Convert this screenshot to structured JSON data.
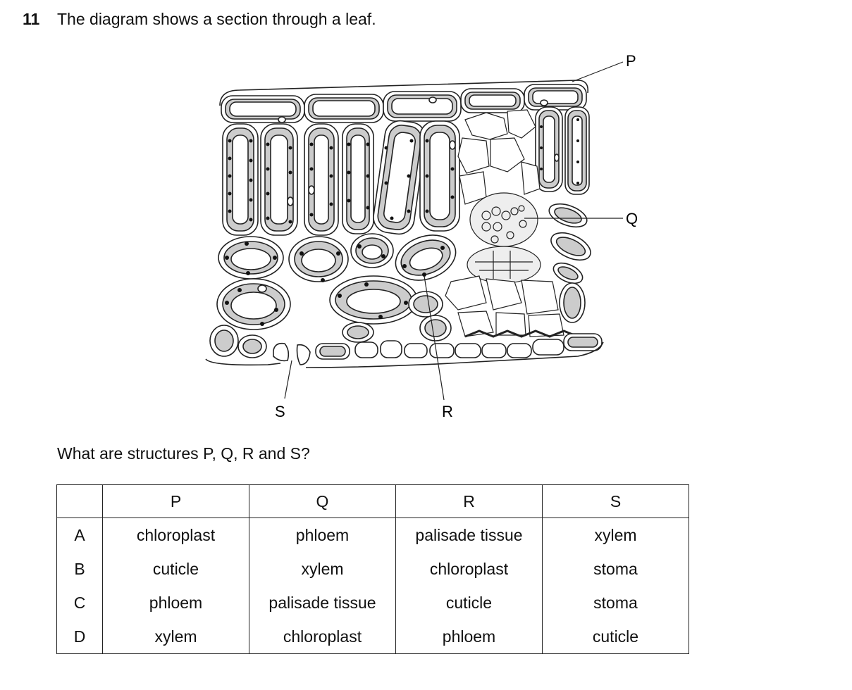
{
  "question": {
    "number": "11",
    "stem": "The diagram shows a section through a leaf.",
    "prompt": "What are structures P, Q, R and S?"
  },
  "diagram": {
    "labels": {
      "p": "P",
      "q": "Q",
      "r": "R",
      "s": "S"
    }
  },
  "table": {
    "headers": [
      "",
      "P",
      "Q",
      "R",
      "S"
    ],
    "rows": [
      {
        "key": "A",
        "cells": [
          "chloroplast",
          "phloem",
          "palisade tissue",
          "xylem"
        ]
      },
      {
        "key": "B",
        "cells": [
          "cuticle",
          "xylem",
          "chloroplast",
          "stoma"
        ]
      },
      {
        "key": "C",
        "cells": [
          "phloem",
          "palisade tissue",
          "cuticle",
          "stoma"
        ]
      },
      {
        "key": "D",
        "cells": [
          "xylem",
          "chloroplast",
          "phloem",
          "cuticle"
        ]
      }
    ]
  }
}
